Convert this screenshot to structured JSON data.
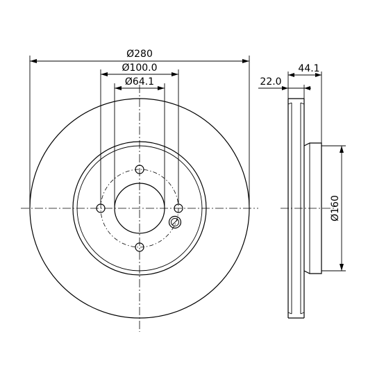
{
  "front_view": {
    "outer_diameter_label": "Ø280",
    "bolt_circle_label": "Ø100.0",
    "center_bore_label": "Ø64.1"
  },
  "side_view": {
    "overall_thickness_label": "44.1",
    "disc_thickness_label": "22.0",
    "hat_diameter_label": "Ø160"
  },
  "colors": {
    "line": "#000000",
    "background": "#ffffff"
  }
}
